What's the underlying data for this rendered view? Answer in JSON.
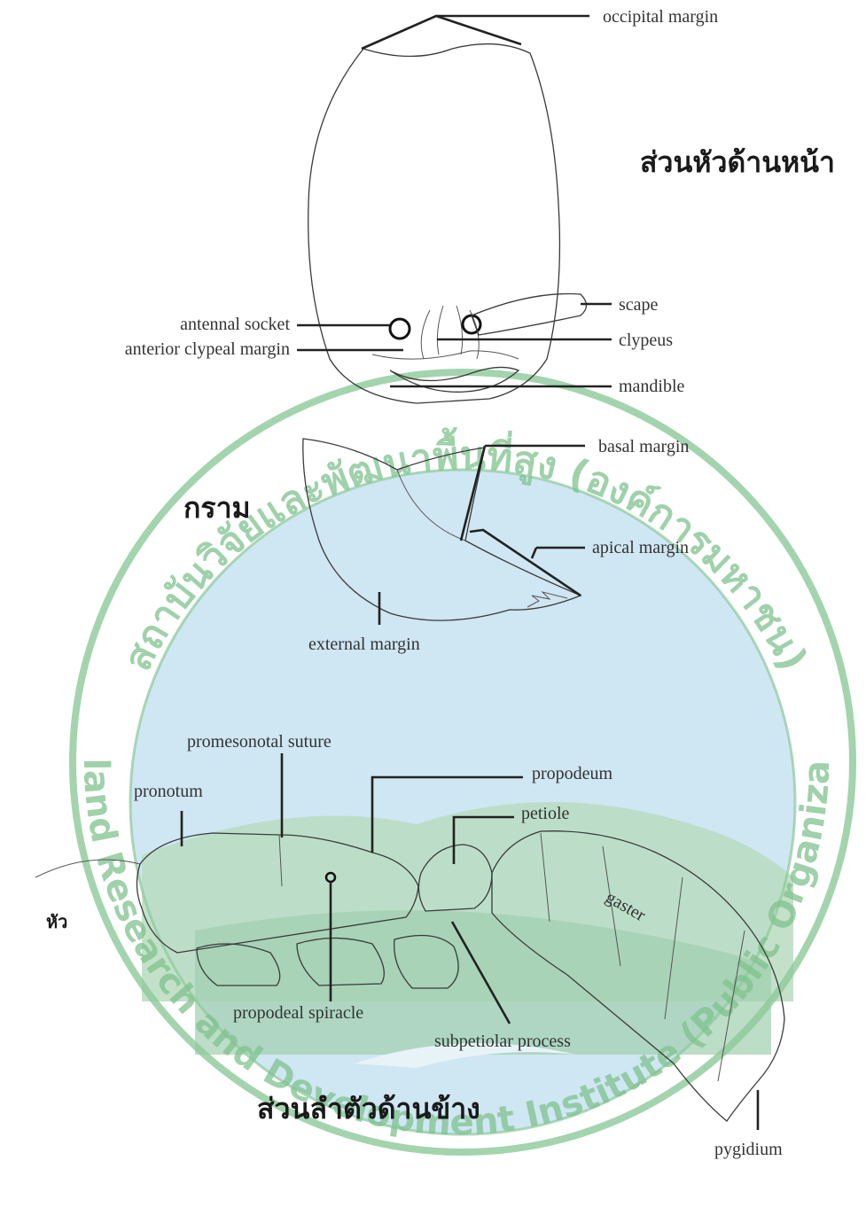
{
  "headings": {
    "head_front": "ส่วนหัวด้านหน้า",
    "mandible": "กราม",
    "body_side": "ส่วนลำตัวด้านข้าง",
    "head_small": "หัว"
  },
  "watermark": {
    "top_arc": "สถาบันวิจัยและพัฒนาพื้นที่สูง (องค์การมหาชน)",
    "bottom_arc": "Highland Research and Development Institute (Public Organization)",
    "ring_color": "#7fc28e",
    "sky_color": "#cfe6f3",
    "hill_color": "#b8dcc0"
  },
  "labels": {
    "occipital_margin": "occipital margin",
    "scape": "scape",
    "antennal_socket": "antennal socket",
    "clypeus": "clypeus",
    "anterior_clypeal_margin": "anterior clypeal margin",
    "mandible": "mandible",
    "basal_margin": "basal margin",
    "apical_margin": "apical margin",
    "external_margin": "external margin",
    "promesonotal_suture": "promesonotal suture",
    "pronotum": "pronotum",
    "propodeum": "propodeum",
    "petiole": "petiole",
    "gaster": "gaster",
    "propodeal_spiracle": "propodeal spiracle",
    "subpetiolar_process": "subpetiolar process",
    "pygidium": "pygidium"
  }
}
